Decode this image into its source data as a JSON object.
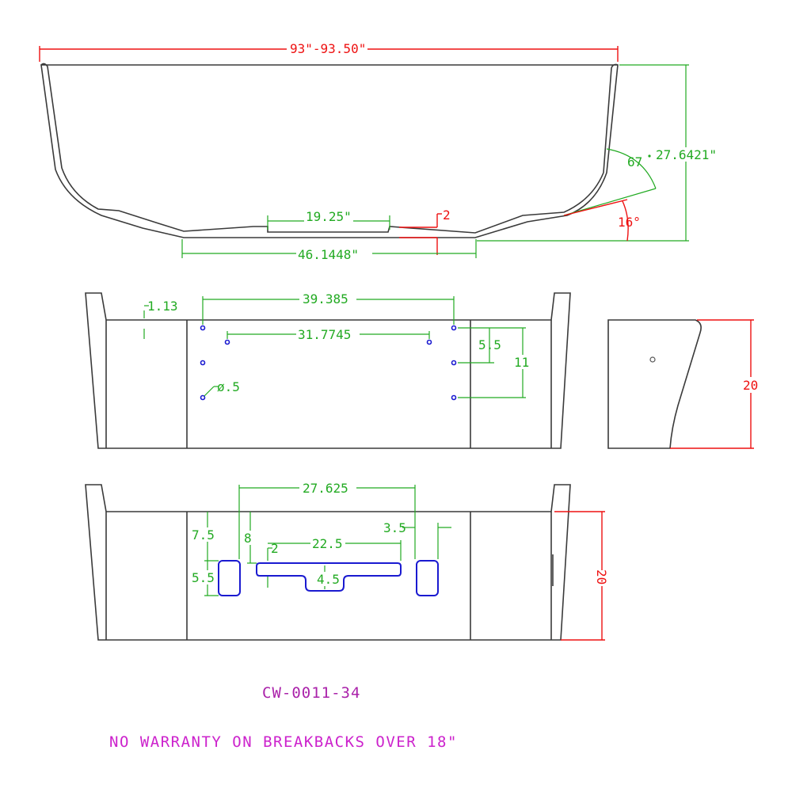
{
  "top_view": {
    "overall_width": "93\"-93.50\"",
    "center_recess": "19.25\"",
    "recess_depth": "2",
    "bottom_width": "46.1448\"",
    "side_length": "27.6421\"",
    "angle_side": "67",
    "angle_bottom": "16°"
  },
  "front_view": {
    "edge_offset": "1.13",
    "outer_hole_span": "39.385",
    "inner_hole_span": "31.7745",
    "hole_spacing_1": "5.5",
    "hole_spacing_2": "11",
    "hole_diameter": "ø.5"
  },
  "side_view": {
    "height": "20"
  },
  "rear_view": {
    "slot_span": "27.625",
    "dim_7_5": "7.5",
    "dim_8": "8",
    "dim_2": "2",
    "center_slot_width": "22.5",
    "dim_3_5": "3.5",
    "dim_5_5": "5.5",
    "dim_4_5": "4.5",
    "height": "20"
  },
  "part_number": "CW-0011-34",
  "warranty_note": "NO WARRANTY ON BREAKBACKS OVER 18\""
}
